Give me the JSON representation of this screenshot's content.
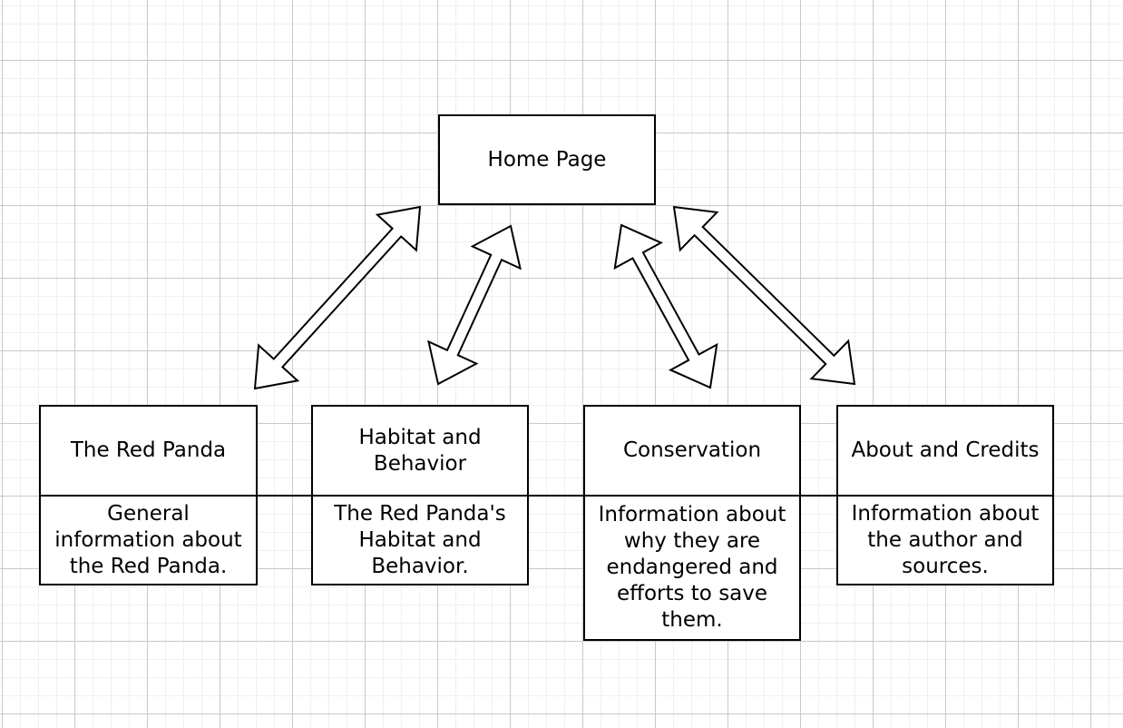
{
  "canvas": {
    "background_color": "#ffffff",
    "grid_minor_color": "#f0f0f0",
    "grid_major_color": "#c9c9c9"
  },
  "diagram": {
    "colors": {
      "stroke": "#000000",
      "fill": "#ffffff",
      "text": "#000000"
    },
    "home": {
      "title": "Home Page"
    },
    "pages": [
      {
        "title": "The Red Panda",
        "description": "General information about the Red Panda."
      },
      {
        "title": "Habitat and Behavior",
        "description": "The Red Panda's Habitat and Behavior."
      },
      {
        "title": "Conservation",
        "description": "Information about why they are endangered and efforts to save them."
      },
      {
        "title": "About and Credits",
        "description": "Information about the author and sources."
      }
    ],
    "connectors": [
      {
        "from": "Home Page",
        "to": "The Red Panda",
        "style": "double-headed-arrow"
      },
      {
        "from": "Home Page",
        "to": "Habitat and Behavior",
        "style": "double-headed-arrow"
      },
      {
        "from": "Home Page",
        "to": "Conservation",
        "style": "double-headed-arrow"
      },
      {
        "from": "Home Page",
        "to": "About and Credits",
        "style": "double-headed-arrow"
      }
    ]
  }
}
